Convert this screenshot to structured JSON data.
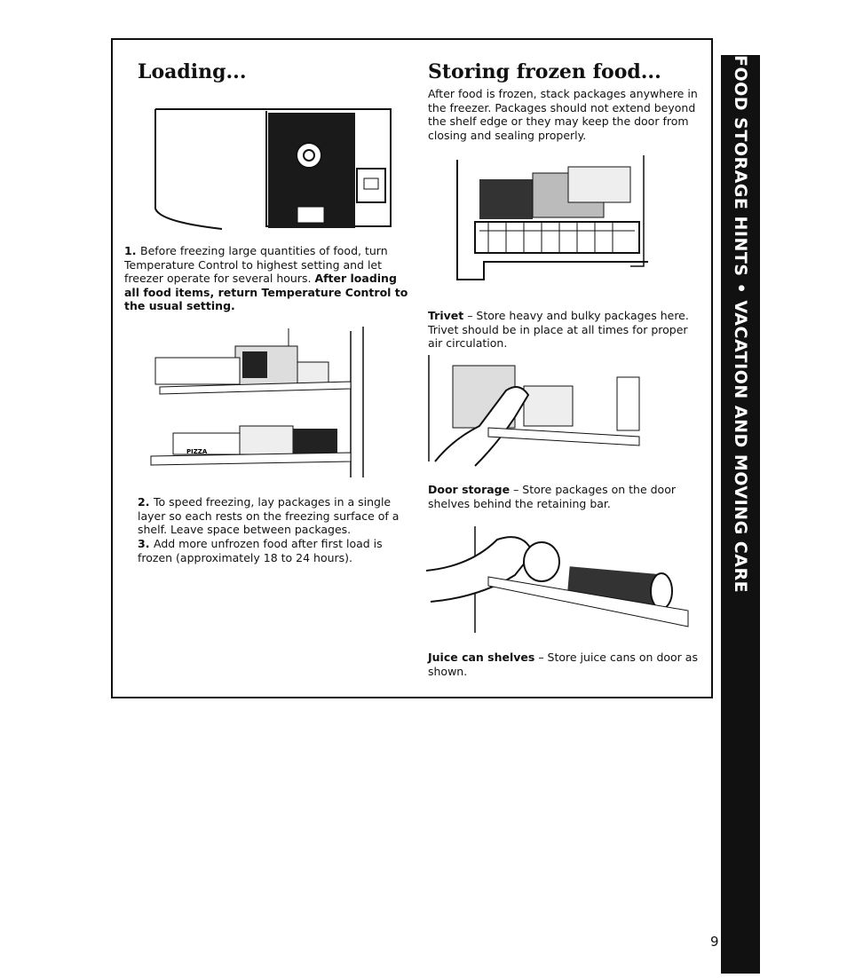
{
  "side_tab": {
    "text": "FOOD STORAGE HINTS • VACATION AND MOVING CARE"
  },
  "page_number": "9",
  "loading": {
    "title": "Loading...",
    "step1": {
      "num": "1.",
      "text": "Before freezing large quantities of food, turn Temperature Control to highest setting and let freezer operate for several hours. ",
      "bold": "After loading all food items, return Temperature Control to the usual setting."
    },
    "step2": {
      "num": "2.",
      "text": "To speed freezing, lay packages in a single layer so each rests on the freezing surface of a shelf. Leave space between packages."
    },
    "step3": {
      "num": "3.",
      "text": "Add more unfrozen food after first load is frozen (approximately 18 to 24 hours)."
    },
    "illustration_pizza": "PIZZA"
  },
  "storing": {
    "title": "Storing frozen food...",
    "intro": "After food is frozen, stack packages anywhere in the freezer. Packages should not extend beyond the shelf edge or they may keep the door from closing and sealing properly.",
    "trivet": {
      "label": "Trivet",
      "text": " – Store heavy and bulky packages here. Trivet should be in place at all times for proper air circulation."
    },
    "door": {
      "label": "Door storage",
      "text": " – Store packages on the door shelves behind the retaining bar."
    },
    "juice": {
      "label": "Juice can shelves",
      "text": " – Store juice cans on door as shown."
    }
  }
}
